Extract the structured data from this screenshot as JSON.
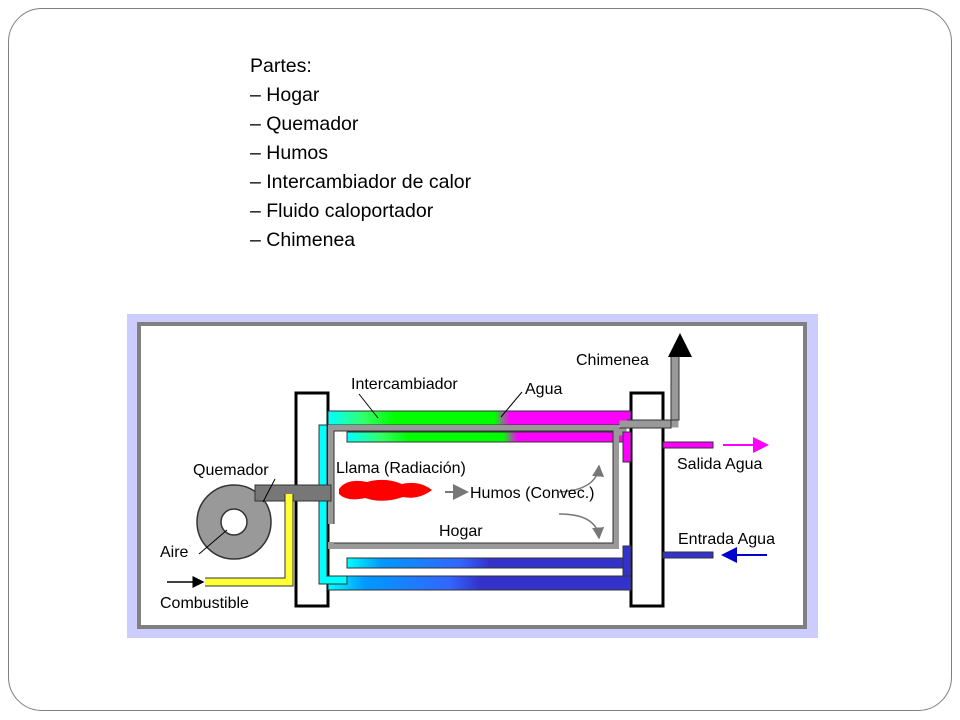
{
  "text_list": {
    "heading": "Partes:",
    "items": [
      "– Hogar",
      "– Quemador",
      "– Humos",
      "– Intercambiador de calor",
      "– Fluido caloportador",
      "– Chimenea"
    ]
  },
  "diagram": {
    "labels": {
      "chimenea": "Chimenea",
      "intercambiador": "Intercambiador",
      "agua": "Agua",
      "quemador": "Quemador",
      "llama": "Llama (Radiación)",
      "humos": "Humos (Convec.)",
      "salida_agua": "Salida Agua",
      "entrada_agua": "Entrada Agua",
      "hogar": "Hogar",
      "aire": "Aire",
      "combustible": "Combustible"
    },
    "colors": {
      "frame": "#ccccff",
      "hot_water": "#ff00ff",
      "exchanger_green": "#00ff00",
      "cold_water": "#3333cc",
      "cyan": "#00ffff",
      "flame": "#ff0000",
      "fuel": "#ffff33",
      "burner_gray": "#999999"
    }
  }
}
